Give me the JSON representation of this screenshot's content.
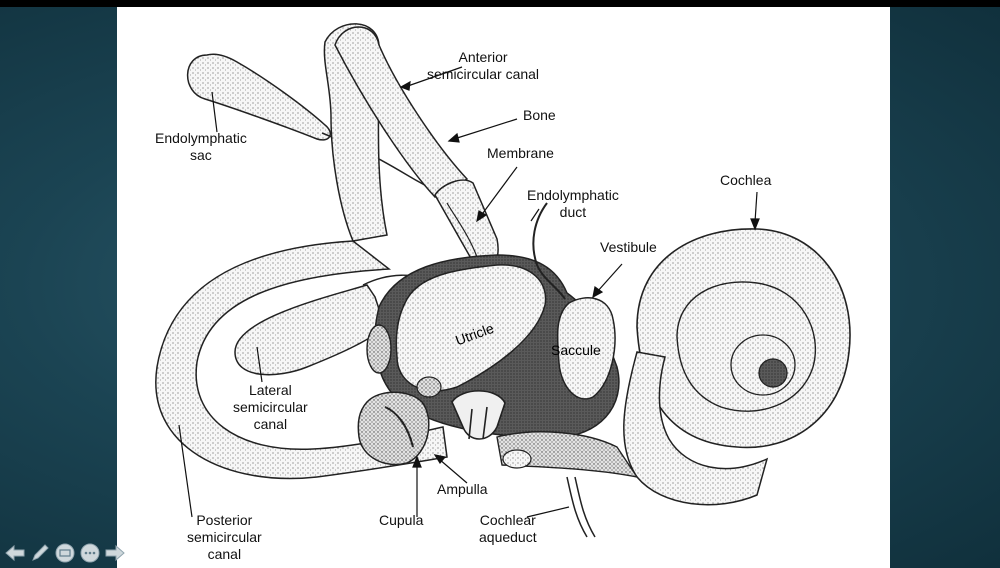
{
  "labels": {
    "anterior_canal": [
      "Anterior",
      "semicircular canal"
    ],
    "bone": "Bone",
    "membrane": "Membrane",
    "endolymphatic_sac": [
      "Endolymphatic",
      "sac"
    ],
    "endolymphatic_duct": [
      "Endolymphatic",
      "duct"
    ],
    "cochlea": "Cochlea",
    "vestibule": "Vestibule",
    "utricle": "Utricle",
    "saccule": "Saccule",
    "lateral_canal": [
      "Lateral",
      "semicircular",
      "canal"
    ],
    "ampulla": "Ampulla",
    "cupula": "Cupula",
    "posterior_canal": [
      "Posterior",
      "semicircular",
      "canal"
    ],
    "cochlear_aqueduct": [
      "Cochlear",
      "aqueduct"
    ]
  },
  "controls": [
    {
      "icon": "arrow-left-icon"
    },
    {
      "icon": "pen-icon"
    },
    {
      "icon": "slides-menu-icon"
    },
    {
      "icon": "more-options-icon"
    },
    {
      "icon": "arrow-right-icon"
    }
  ]
}
